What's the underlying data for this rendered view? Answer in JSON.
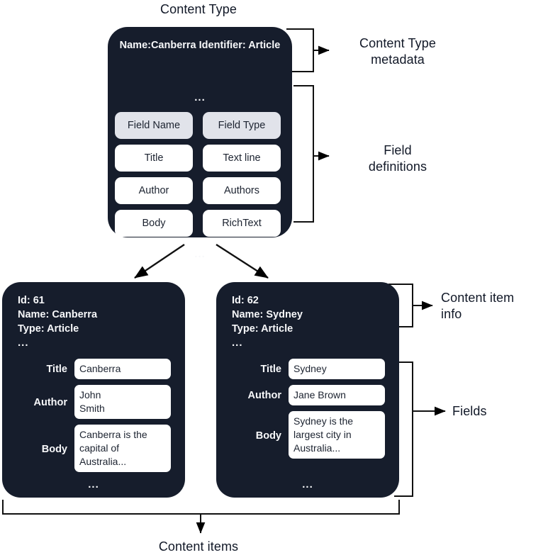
{
  "diagram": {
    "title": "Content Type",
    "footer_label": "Content items"
  },
  "content_type": {
    "metadata_lines": "Name:Canberra\nIdentifier: Article",
    "ellipsis": "...",
    "bottom_ellipsis": "...",
    "table": {
      "headers": [
        "Field Name",
        "Field Type"
      ],
      "rows": [
        [
          "Title",
          "Text line"
        ],
        [
          "Author",
          "Authors"
        ],
        [
          "Body",
          "RichText"
        ]
      ]
    }
  },
  "content_items": [
    {
      "head": "Id: 61\nName: Canberra\nType: Article",
      "ellipsis": "...",
      "bottom_ellipsis": "...",
      "fields": [
        {
          "label": "Title",
          "value": "Canberra"
        },
        {
          "label": "Author",
          "value": "John\nSmith"
        },
        {
          "label": "Body",
          "value": "Canberra is the\ncapital of\nAustralia..."
        }
      ]
    },
    {
      "head": "Id: 62\nName: Sydney\nType: Article",
      "ellipsis": "...",
      "bottom_ellipsis": "...",
      "fields": [
        {
          "label": "Title",
          "value": "Sydney"
        },
        {
          "label": "Author",
          "value": "Jane Brown"
        },
        {
          "label": "Body",
          "value": "Sydney is the\nlargest city in\nAustralia..."
        }
      ]
    }
  ],
  "annotations": {
    "content_type_metadata": "Content Type\nmetadata",
    "field_definitions": "Field\ndefinitions",
    "content_item_info": "Content item\ninfo",
    "fields": "Fields"
  },
  "colors": {
    "card_background": "#161d2c",
    "header_chip": "#e1e3ea",
    "value_chip": "#ffffff",
    "page_background": "#ffffff",
    "stroke": "#000000",
    "text_light": "#f7f8fa",
    "text_dark": "#111827"
  }
}
